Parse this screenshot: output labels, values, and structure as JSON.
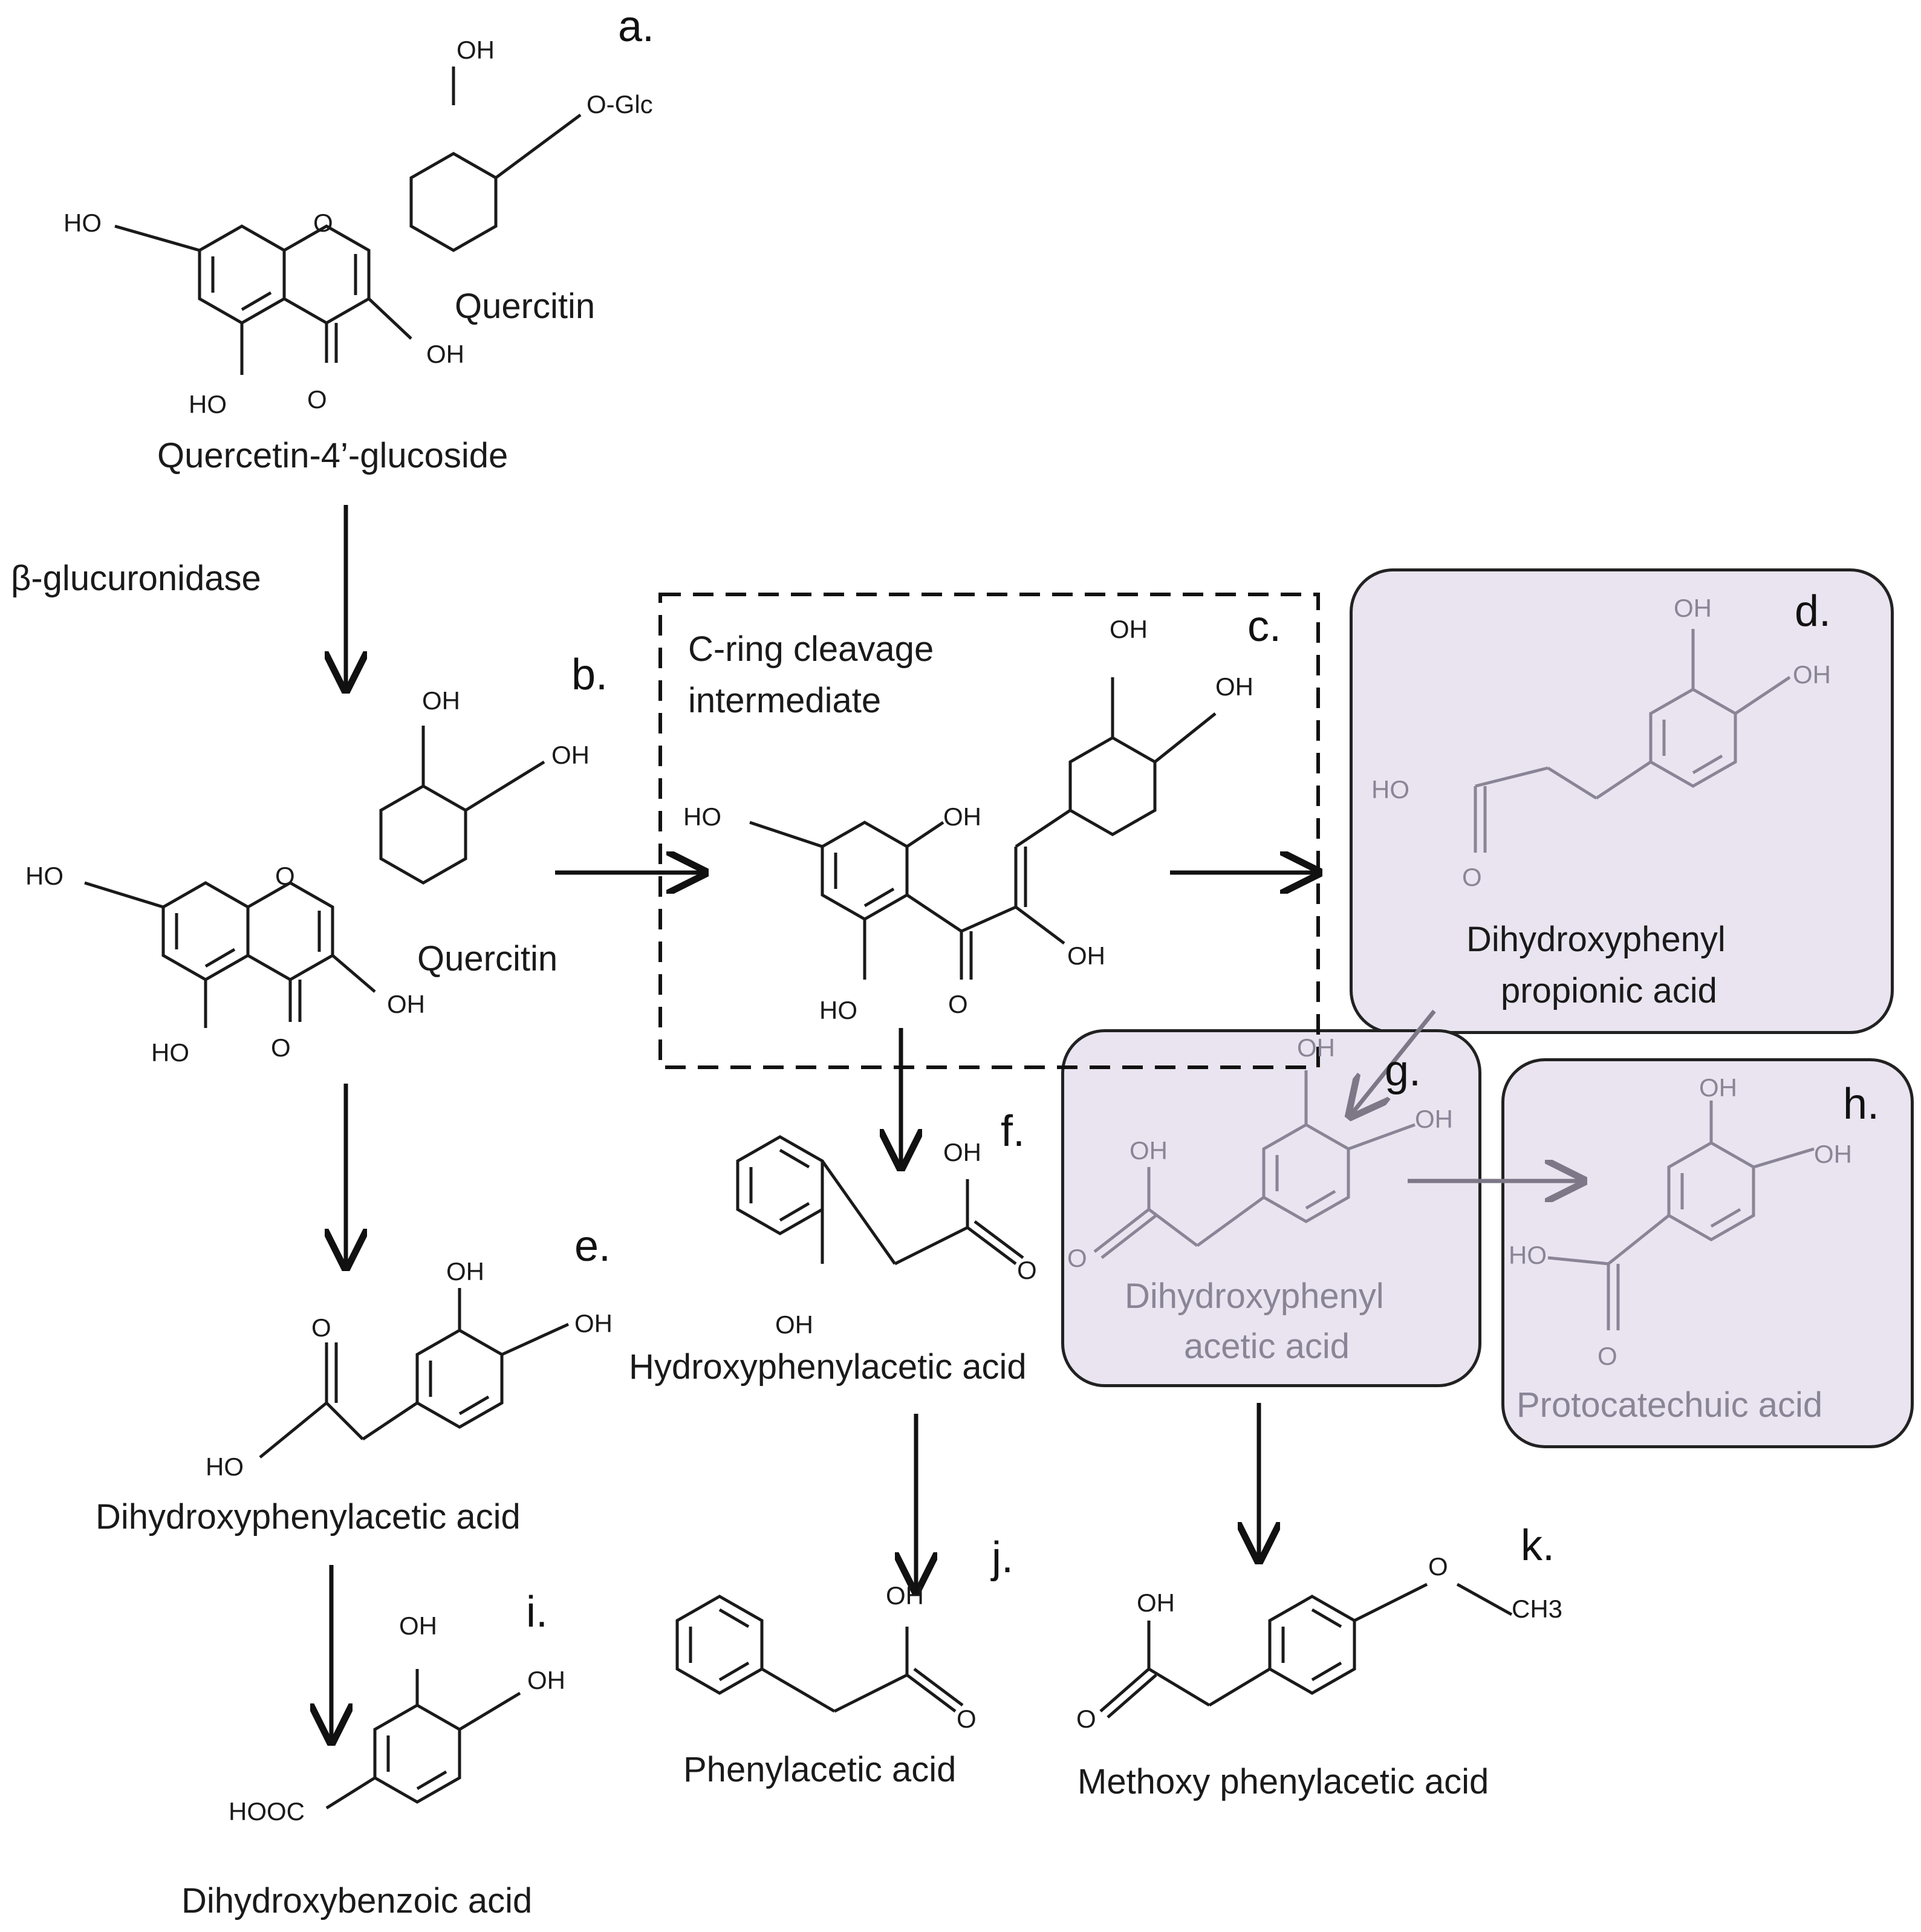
{
  "labels": {
    "a": "a.",
    "b": "b.",
    "c": "c.",
    "d": "d.",
    "e": "e.",
    "f": "f.",
    "g": "g.",
    "h": "h.",
    "i": "i.",
    "j": "j.",
    "k": "k."
  },
  "compounds": {
    "a_name": "Quercetin-4’-glucoside",
    "a_sub": "Quercitin",
    "b_name": "Quercitin",
    "c_name_1": "C-ring cleavage",
    "c_name_2": "intermediate",
    "d_name_1": "Dihydroxyphenyl",
    "d_name_2": "propionic acid",
    "e_name": "Dihydroxyphenylacetic acid",
    "f_name": "Hydroxyphenylacetic acid",
    "g_name_1": "Dihydroxyphenyl",
    "g_name_2": "acetic acid",
    "h_name": "Protocatechuic acid",
    "i_name": "Dihydroxybenzoic acid",
    "j_name": "Phenylacetic acid",
    "k_name": "Methoxy phenylacetic acid"
  },
  "enzyme": "β-glucuronidase",
  "atoms": {
    "OH": "OH",
    "HO": "HO",
    "O": "O",
    "OGlc": "O-Glc",
    "HOOC": "HOOC",
    "CH3": "CH3"
  },
  "colors": {
    "panel_fill": "#e9e4ef",
    "grey_text": "#8a8596",
    "grey_arrow": "#7d7787"
  }
}
